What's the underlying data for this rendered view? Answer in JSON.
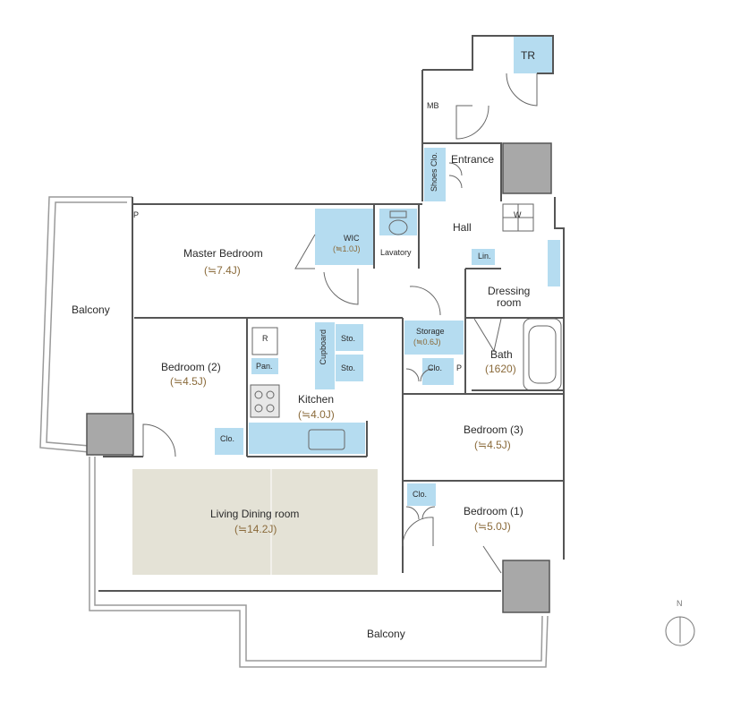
{
  "rooms": {
    "tr": "TR",
    "mb": "MB",
    "shoes_clo": "Shoes Clo.",
    "entrance": "Entrance",
    "w": "W",
    "hall": "Hall",
    "master_bedroom": {
      "name": "Master Bedroom",
      "size": "(≒7.4J)"
    },
    "wic": {
      "name": "WIC",
      "size": "(≒1.0J)"
    },
    "lavatory": "Lavatory",
    "lin": "Lin.",
    "dressing_room": {
      "name": "Dressing",
      "name2": "room"
    },
    "balcony_west": "Balcony",
    "bedroom2": {
      "name": "Bedroom (2)",
      "size": "(≒4.5J)"
    },
    "r": "R",
    "pan": "Pan.",
    "cupboard": "Cupboard",
    "sto1": "Sto.",
    "sto2": "Sto.",
    "storage": {
      "name": "Storage",
      "size": "(≒0.6J)"
    },
    "bath": {
      "name": "Bath",
      "size": "(1620)"
    },
    "clo_mid": "Clo.",
    "p_mid": "P",
    "p_top": "P",
    "kitchen": {
      "name": "Kitchen",
      "size": "(≒4.0J)"
    },
    "bedroom3": {
      "name": "Bedroom (3)",
      "size": "(≒4.5J)"
    },
    "clo_kitchen": "Clo.",
    "living": {
      "name": "Living Dining room",
      "size": "(≒14.2J)"
    },
    "clo_b1": "Clo.",
    "bedroom1": {
      "name": "Bedroom (1)",
      "size": "(≒5.0J)"
    },
    "balcony_south": "Balcony"
  },
  "compass": {
    "north": "N"
  },
  "colors": {
    "wall": "#555555",
    "wet_area": "#b5dcf0",
    "living_floor": "#e4e2d6",
    "column": "#a8a8a8",
    "balcony_line": "#999999"
  }
}
